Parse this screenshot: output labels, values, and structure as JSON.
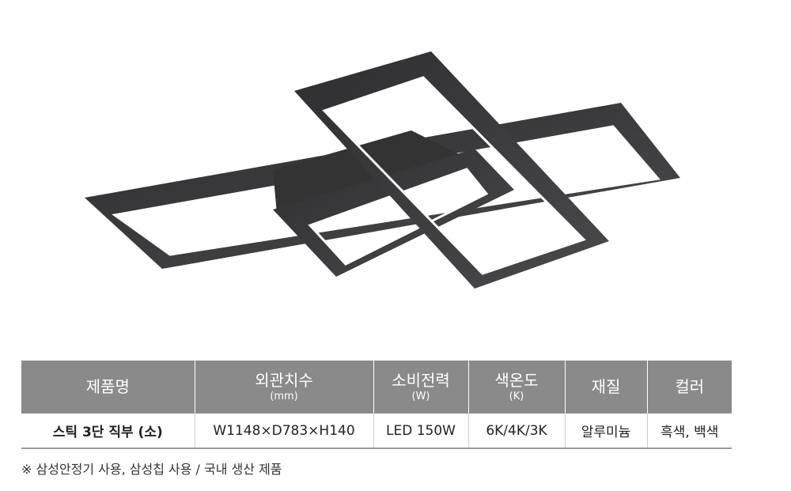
{
  "table": {
    "headers": [
      {
        "label": "제품명",
        "sub": ""
      },
      {
        "label": "외관치수",
        "sub": "(mm)"
      },
      {
        "label": "소비전력",
        "sub": "(W)"
      },
      {
        "label": "색온도",
        "sub": "(K)"
      },
      {
        "label": "재질",
        "sub": ""
      },
      {
        "label": "컬러",
        "sub": ""
      }
    ],
    "row": [
      "스틱 3단 직부 (소)",
      "W1148×D783×H140",
      "LED 150W",
      "6K/4K/3K",
      "알루미늄",
      "흑색, 백색"
    ]
  },
  "note": "※ 삼성안정기 사용, 삼성칩 사용 / 국내 생산 제품",
  "colors": {
    "header_bg": "#8a8a8a",
    "frame": "#3a3a3c",
    "glow": "#ffffff"
  }
}
